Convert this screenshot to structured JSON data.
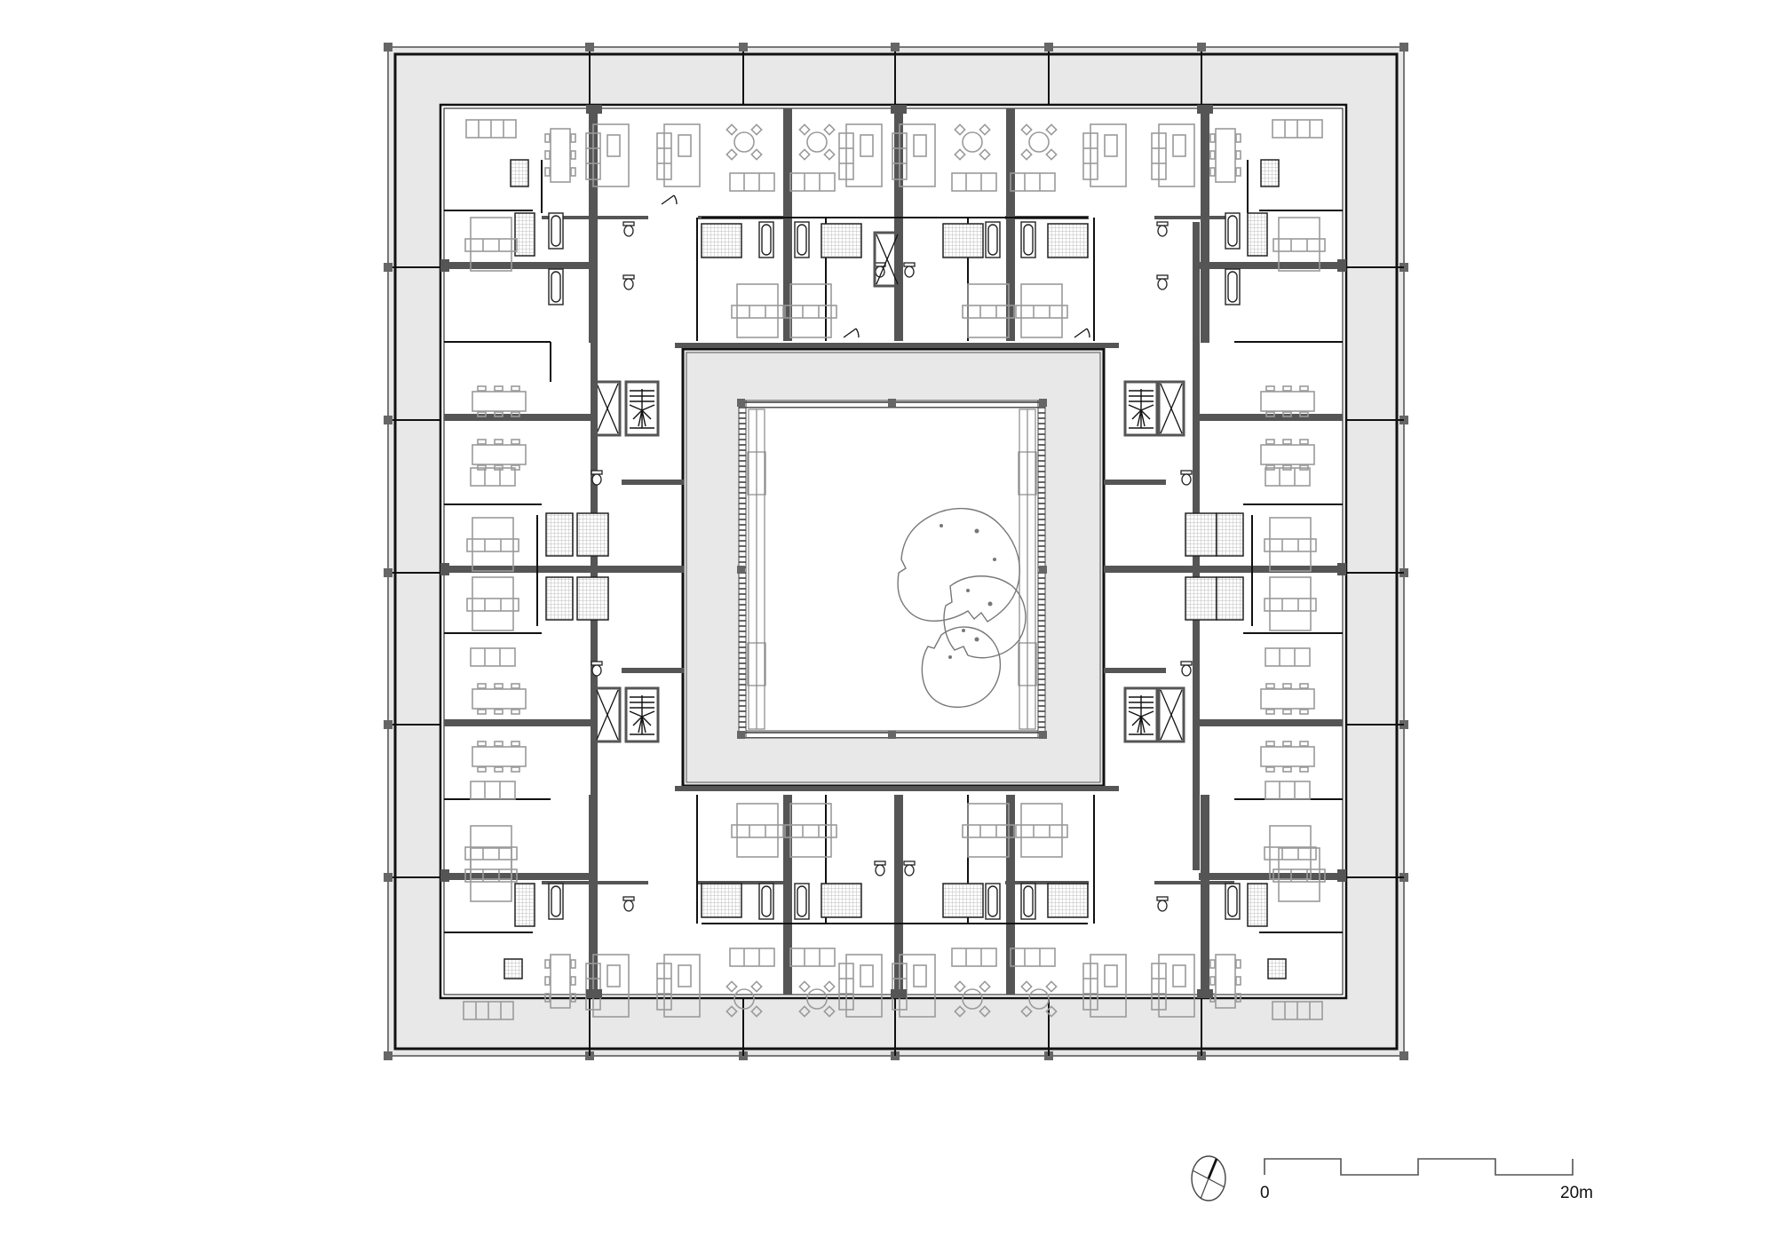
{
  "drawing": {
    "type": "architectural-floor-plan",
    "subject": "square residential block with central courtyard",
    "colors": {
      "background": "#ffffff",
      "terrace": "#e8e8e8",
      "courtyard_ring": "#e8e8e8",
      "wall": "#555555",
      "line": "#111111",
      "furniture": "#9a9a9a",
      "tile": "#c8c8c8"
    }
  },
  "scale_bar": {
    "start_label": "0",
    "end_label": "20m",
    "segments": 4
  },
  "north_arrow": {
    "icon": "north-arrow-icon"
  }
}
